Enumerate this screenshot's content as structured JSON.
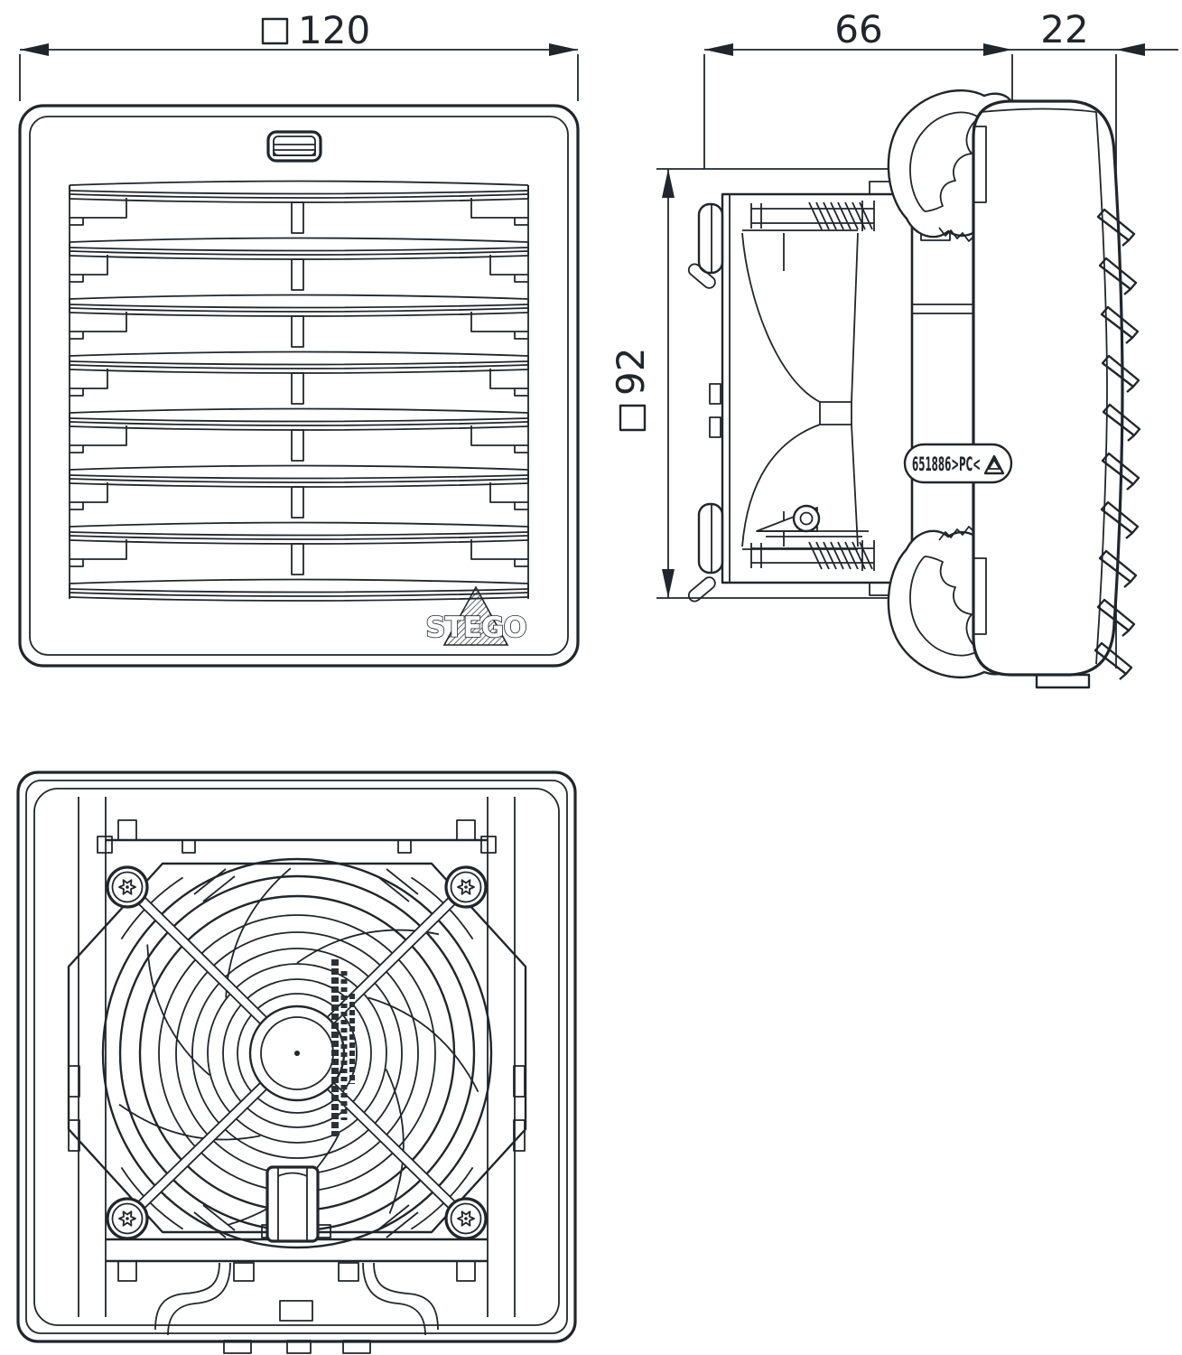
{
  "page": {
    "background": "#ffffff",
    "line_color": "#20262b"
  },
  "drawing": {
    "views": {
      "front": "front-view",
      "side": "side-view",
      "rear": "rear-view"
    },
    "dimensions": {
      "front_width": {
        "prefix": "□",
        "value": "120"
      },
      "body_depth": {
        "value": "66"
      },
      "cover_depth": {
        "value": "22"
      },
      "height": {
        "prefix": "□",
        "value": "92"
      }
    },
    "labels": {
      "material_marking": "651886>PC<",
      "brand": "STEGO"
    },
    "icons": {
      "recycle": "recycling-symbol-icon",
      "screw": "torx-screw-icon",
      "square_dim": "square-dimension-symbol"
    }
  }
}
